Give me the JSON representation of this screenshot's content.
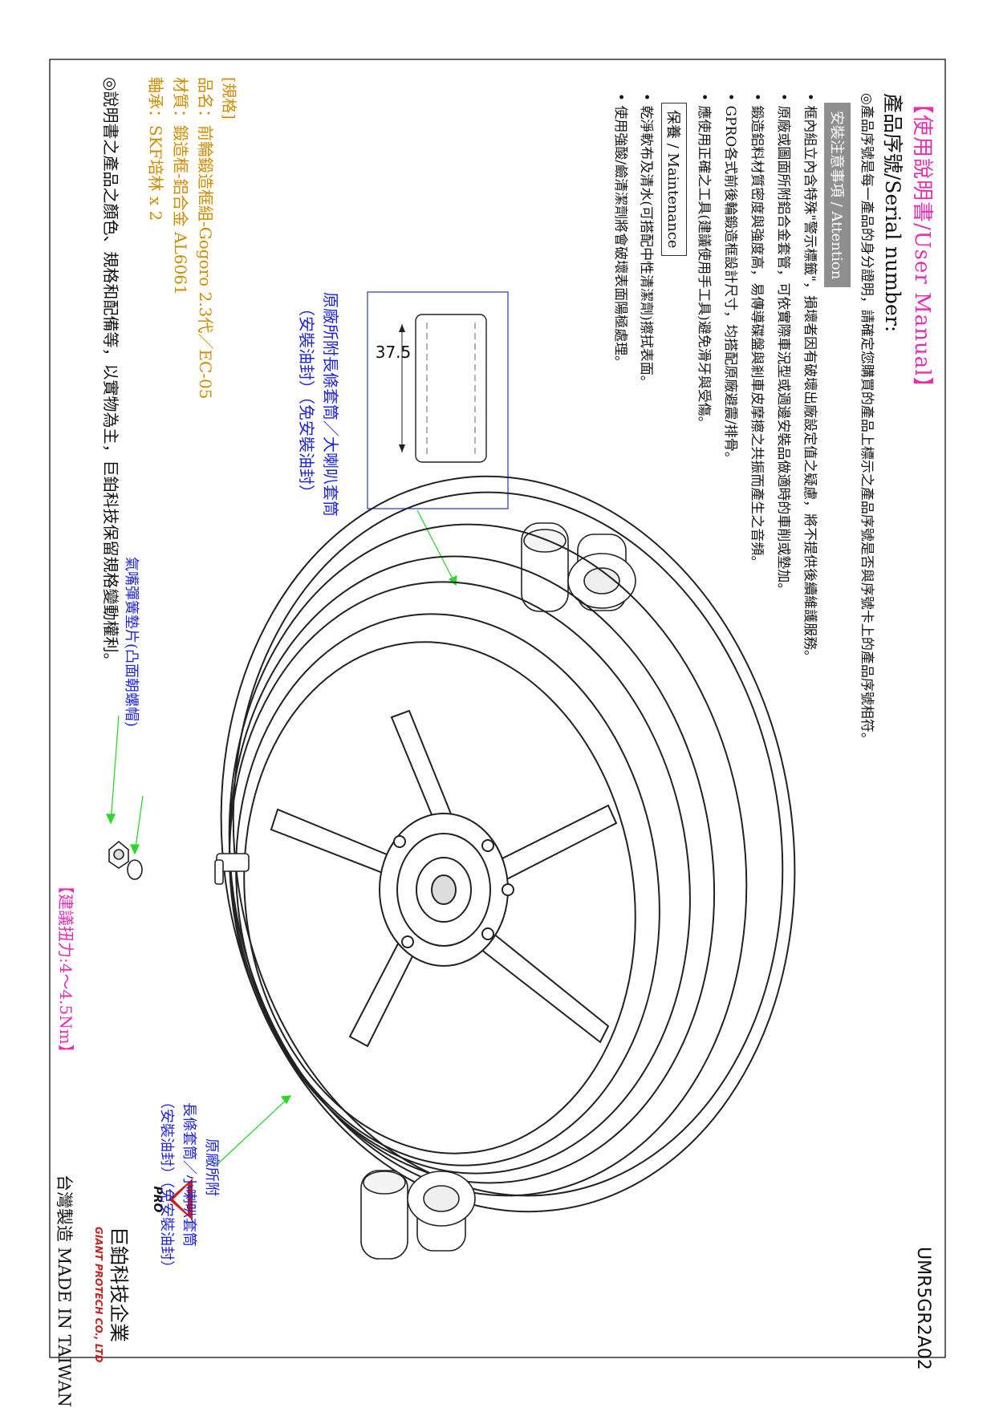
{
  "doc": {
    "title": "【使用說明書/User Manual】",
    "serial_label": "產品序號/Serial number:",
    "serial_note": "◎產品序號是每一產品的身分證明，請確定您購買的產品上標示之產品序號是否與序號卡上的產品序號相符。",
    "code": "UMR5GR2A02"
  },
  "attention": {
    "heading": "安裝注意事項 / Attention",
    "items": [
      "框內組立內含特殊\"警示標籤\"，損壞者因有破壞出廠設定值之疑慮，將不提供後續維護服務。",
      "原廠或圖面所附鋁合金套管，可依實際車況型或週邊安裝品做適時的車削或墊加。",
      "鍛造鋁料材質密度與強度高，易傳導碟盤與剎車皮摩擦之共振而產生之音頻。",
      "GPRO各式前後輪鍛造框設計尺寸，均搭配原廠避震/排骨。",
      "應使用正確之工具(建議使用手工具)避免滑牙與受傷。"
    ]
  },
  "maintenance": {
    "heading": "保養 / Maintenance",
    "items": [
      "乾淨軟布及清水(可搭配中性清潔劑)擦拭表面。",
      "使用強酸/鹼清潔劑將會破壞表面陽極處理。"
    ]
  },
  "spec": {
    "heading": "[規格]",
    "name": "品名：前輪鍛造框組-Gogoro 2.3代／EC-05",
    "material": "材質：鍛造框-鋁合金 AL6061",
    "bearing": "軸承：SKF培林 x 2"
  },
  "final_note": "◎說明書之產品之顏色、規格和配備等，以實物為主，巨鉑科技保留規格變動權利。",
  "callouts": {
    "long_sleeve_big_line1": "原廠所附長條套筒／大喇叭套筒",
    "long_sleeve_big_line2": "（安裝油封）（免安裝油封）",
    "dimension": "37.5",
    "nut_washer": "氣嘴彈簧墊片(凸面朝螺帽)",
    "torque": "【建議扭力:4～4.5Nm】",
    "small_line1": "原廠所附",
    "small_line2": "長條套筒／小喇叭套筒",
    "small_line3": "（安裝油封）（免安裝油封）"
  },
  "brand": {
    "logo_text": "PRO",
    "company_zh": "巨鉑科技企業",
    "company_en": "GIANT PROTECH CO., LTD",
    "made": "台灣製造 MADE IN TAIWAN"
  },
  "colors": {
    "title": "#e62eb3",
    "spec": "#d08c00",
    "callout": "#1d24d8",
    "leader": "#2fd62f",
    "logo_red": "#c62020"
  }
}
